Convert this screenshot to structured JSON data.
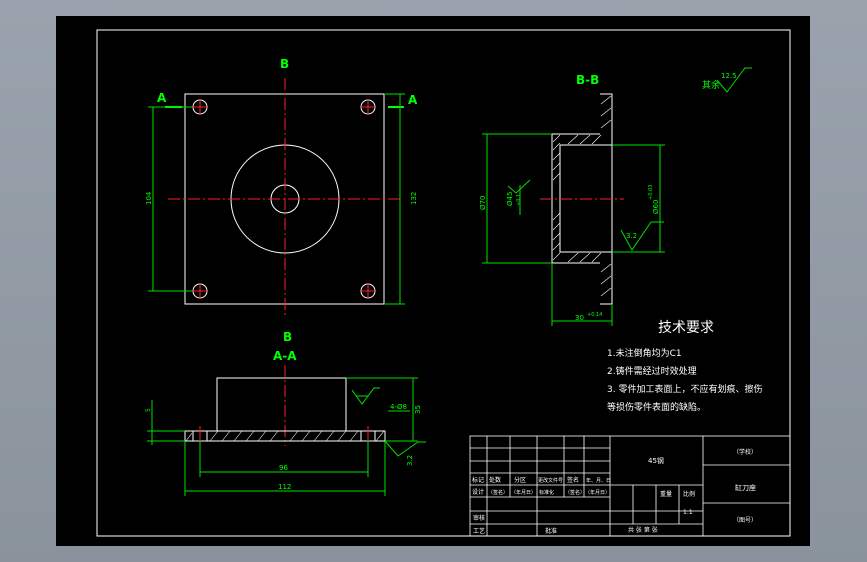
{
  "colors": {
    "background": "#000000",
    "outline": "#ffffff",
    "centerline": "#ff2020",
    "dimension": "#00e000",
    "label": "#00ff00",
    "frame_outer": "#9aa3ad"
  },
  "views": {
    "top": {
      "section_b_top": "B",
      "section_b_bottom": "B",
      "section_a_left": "A",
      "section_a_right": "A",
      "dim_height_left": "104",
      "dim_height_right": "132"
    },
    "section_bb": {
      "title": "B-B",
      "dim_outer": "Ø70",
      "dim_inner": "Ø60",
      "dim_inner_tol": "+0.03",
      "dim_left": "Ø45",
      "dim_left_tol": "+0.1",
      "roughness": "3.2",
      "dim_length": "30",
      "dim_length_tol": "+0.14"
    },
    "section_aa": {
      "title": "A-A",
      "dim_hole": "4-Ø8",
      "dim_height": "35",
      "dim_thickness": "5",
      "dim_width_inner": "96",
      "dim_width_outer": "112",
      "roughness": "3.2"
    },
    "roughness_other": {
      "label": "其余",
      "value": "12.5"
    }
  },
  "tech_requirements": {
    "title": "技术要求",
    "items": [
      "1.未注倒角均为C1",
      "2.铸件需经过时效处理",
      "3. 零件加工表面上，不应有划痕、擦伤"
    ],
    "item3_cont": "等损伤零件表面的缺陷。"
  },
  "title_block": {
    "material": "45钢",
    "school": "（学校）",
    "part_name": "缸刀座",
    "drawing_no": "（图号）",
    "weight_label": "重量",
    "scale_label": "比例",
    "scale_value": "1:1",
    "sheets": "共 张 第 张",
    "row_headers": [
      "标记",
      "处数",
      "分区",
      "更改文件号",
      "签名",
      "年、月、日"
    ],
    "design_row": [
      "设计",
      "（签名）",
      "（年月日）",
      "标准化",
      "（签名）",
      "（年月日）"
    ],
    "audit": "审核",
    "process": "工艺",
    "approve": "批准"
  }
}
